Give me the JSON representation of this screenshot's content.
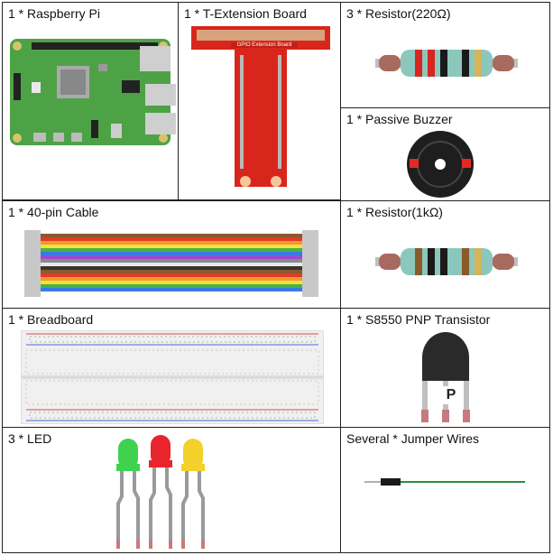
{
  "components": {
    "raspberry_pi": {
      "qty": "1",
      "name": "Raspberry Pi"
    },
    "t_extension": {
      "qty": "1",
      "name": "T-Extension Board",
      "board_text": "GPIO Extension Board"
    },
    "resistor_220": {
      "qty": "3",
      "name": "Resistor(220Ω)"
    },
    "passive_buzzer": {
      "qty": "1",
      "name": "Passive Buzzer"
    },
    "cable_40pin": {
      "qty": "1",
      "name": "40-pin Cable"
    },
    "resistor_1k": {
      "qty": "1",
      "name": "Resistor(1kΩ)"
    },
    "breadboard": {
      "qty": "1",
      "name": "Breadboard"
    },
    "transistor": {
      "qty": "1",
      "name": "S8550 PNP Transistor",
      "body_mark": "P"
    },
    "led": {
      "qty": "3",
      "name": "LED"
    },
    "jumper": {
      "qty": "Several",
      "name": "Jumper Wires"
    }
  },
  "separator": " * ",
  "colors": {
    "pcb_green": "#4ea246",
    "ext_board_red": "#d9261c",
    "buzzer_black": "#1e1e1e",
    "led_green": "#3fd24f",
    "led_red": "#e8252a",
    "led_yellow": "#f2d22a",
    "wire_green": "#2f8c3d"
  }
}
